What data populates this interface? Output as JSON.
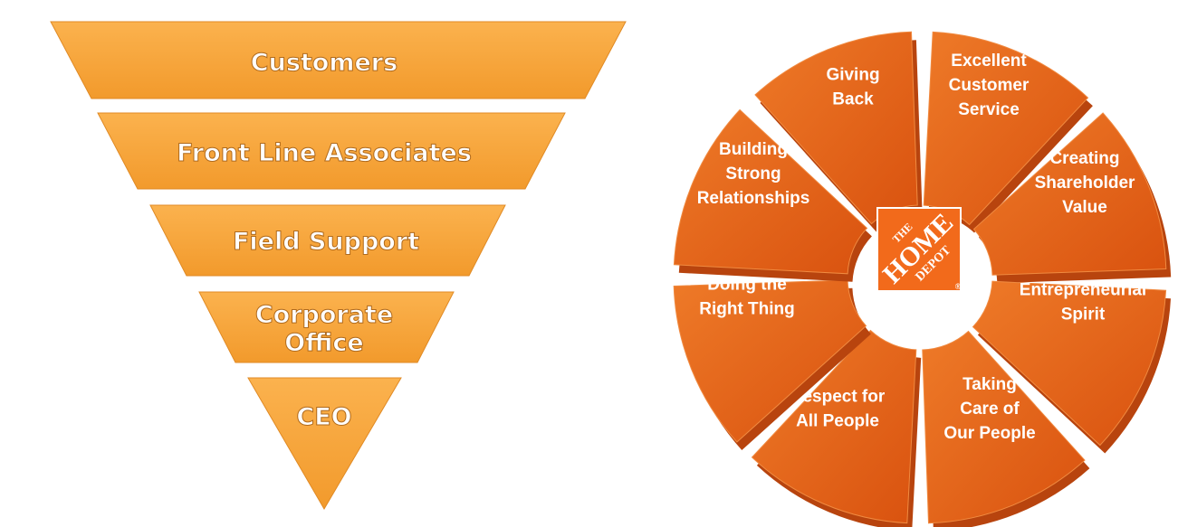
{
  "pyramid": {
    "levels": [
      {
        "lines": [
          "Customers"
        ]
      },
      {
        "lines": [
          "Front Line Associates"
        ]
      },
      {
        "lines": [
          "Field Support"
        ]
      },
      {
        "lines": [
          "Corporate",
          "Office"
        ]
      },
      {
        "lines": [
          "CEO"
        ]
      }
    ]
  },
  "wheel": {
    "segments": [
      {
        "lines": [
          "Giving",
          "Back"
        ]
      },
      {
        "lines": [
          "Excellent",
          "Customer",
          "Service"
        ]
      },
      {
        "lines": [
          "Creating",
          "Shareholder",
          "Value"
        ]
      },
      {
        "lines": [
          "Entrepreneurial",
          "Spirit"
        ]
      },
      {
        "lines": [
          "Taking",
          "Care of",
          "Our People"
        ]
      },
      {
        "lines": [
          "Respect for",
          "All People"
        ]
      },
      {
        "lines": [
          "Doing the",
          "Right Thing"
        ]
      },
      {
        "lines": [
          "Building",
          "Strong",
          "Relationships"
        ]
      }
    ]
  },
  "logo": {
    "lines": [
      "THE",
      "HOME",
      "DEPOT"
    ],
    "registered": "®"
  },
  "colors": {
    "pyramid_fill": "#F7A63E",
    "pyramid_shadow": "#C9812E",
    "wheel_fill": "#E5661B",
    "wheel_side": "#B8440E",
    "logo_orange": "#F26A1B"
  }
}
